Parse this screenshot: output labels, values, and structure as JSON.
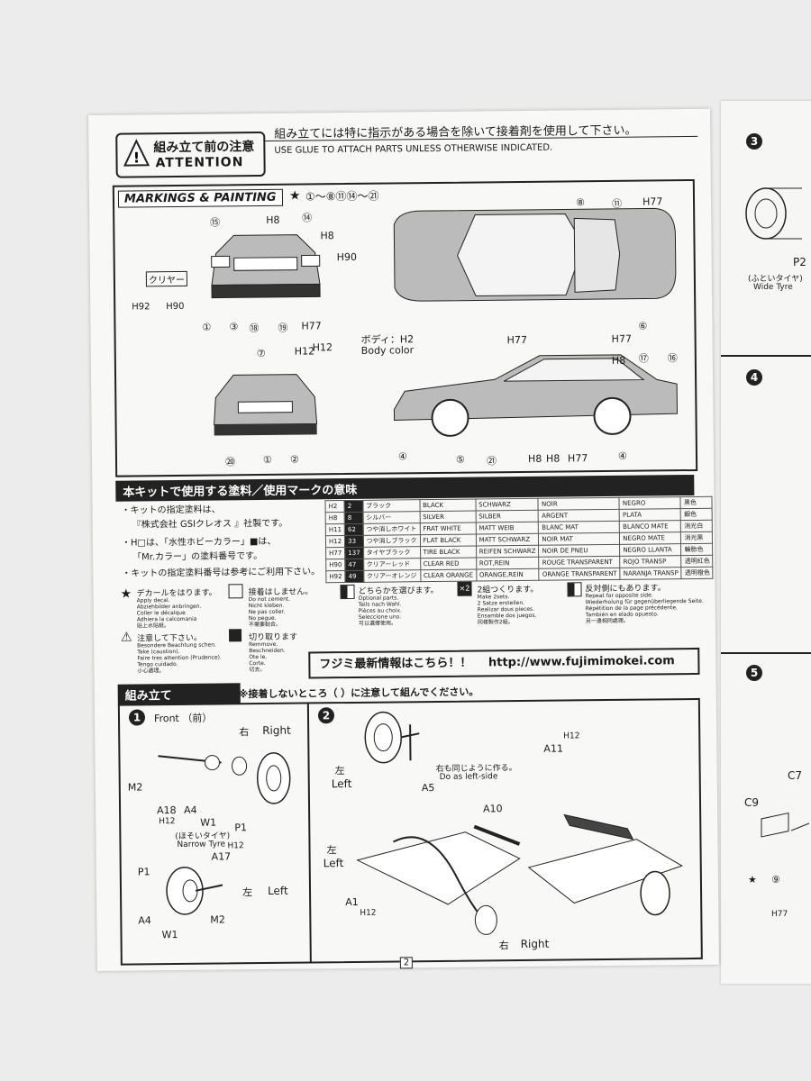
{
  "header": {
    "warning_jp": "組み立て前の注意",
    "warning_en": "ATTENTION",
    "glue_jp": "組み立てには特に指示がある場合を除いて接着剤を使用して下さい。",
    "glue_en": "USE GLUE TO ATTACH PARTS UNLESS OTHERWISE INDICATED."
  },
  "markings": {
    "title": "MARKINGS & PAINTING",
    "decal_range": "①～⑧⑪⑭～㉑",
    "clear_label": "クリヤー",
    "body_color_jp": "ボディ：H2",
    "body_color_en": "Body color",
    "front_labels": [
      "⑮",
      "H8",
      "⑭",
      "H8",
      "H90",
      "H92",
      "H90",
      "①",
      "③",
      "⑱",
      "⑲",
      "H77"
    ],
    "top_labels": [
      "⑧",
      "⑪",
      "H77",
      "⑥"
    ],
    "rear_labels": [
      "⑦",
      "H12",
      "H12",
      "⑳",
      "①",
      "②"
    ],
    "side_labels": [
      "H77",
      "H77",
      "H8",
      "⑰",
      "⑯",
      "④",
      "⑤",
      "㉑",
      "H8",
      "H8",
      "H77",
      "④"
    ]
  },
  "paint_section": {
    "title": "本キットで使用する塗料／使用マークの意味",
    "notes": [
      "・キットの指定塗料は、",
      "『株式会社 GSIクレオス 』社製です。",
      "・H□は、「水性ホビーカラー」■は、",
      "「Mr.カラー」の塗料番号です。",
      "・キットの指定塗料番号は参考にご利用下さい。"
    ],
    "table": [
      [
        "H2",
        "2",
        "ブラック",
        "BLACK",
        "SCHWARZ",
        "NOIR",
        "NEGRO",
        "黑色"
      ],
      [
        "H8",
        "8",
        "シルバー",
        "SILVER",
        "SILBER",
        "ARGENT",
        "PLATA",
        "銀色"
      ],
      [
        "H11",
        "62",
        "つや消しホワイト",
        "FRAT WHITE",
        "MATT WEIB",
        "BLANC MAT",
        "BLANCO MATE",
        "消光白"
      ],
      [
        "H12",
        "33",
        "つや消しブラック",
        "FLAT BLACK",
        "MATT SCHWARZ",
        "NOIR MAT",
        "NEGRO MATE",
        "消光黑"
      ],
      [
        "H77",
        "137",
        "タイヤブラック",
        "TIRE BLACK",
        "REIFEN SCHWARZ",
        "NOIR DE PNEU",
        "NEGRO LLANTA",
        "輪胎色"
      ],
      [
        "H90",
        "47",
        "クリアーレッド",
        "CLEAR RED",
        "ROT,REIN",
        "ROUGE TRANSPARENT",
        "ROJO TRANSP",
        "透明紅色"
      ],
      [
        "H92",
        "49",
        "クリアーオレンジ",
        "CLEAR ORANGE",
        "ORANGE,REIN",
        "ORANGE TRANSPARENT",
        "NARANJA TRANSP",
        "透明橙色"
      ]
    ]
  },
  "legend": [
    {
      "jp": "デカールをはります。",
      "lines": [
        "Apply decal.",
        "Abziehbilder anbringen.",
        "Coller le décalque",
        "Adhiera la calcomania",
        "貼上水貼紙。"
      ]
    },
    {
      "jp": "接着はしません。",
      "lines": [
        "Do not cement.",
        "Nicht kleben.",
        "Ne pas coller.",
        "No pegue.",
        "不需要黏合。"
      ]
    },
    {
      "jp": "どちらかを選びます。",
      "lines": [
        "Optional parts.",
        "Teils nach Wahl.",
        "Pièces au choix.",
        "Seleccione uno.",
        "可以選擇使用。"
      ]
    },
    {
      "jp": "2組つくります。",
      "lines": [
        "Make 2sets.",
        "2 Satze erstellen.",
        "Realizar dous pieces.",
        "Ensamble dos juegos.",
        "同樣製作2組。"
      ]
    },
    {
      "jp": "反対側にもあります。",
      "lines": [
        "Repeat for opposite side.",
        "Wiederholung für gegenüberliegende Seite.",
        "Répétition de la page précédente.",
        "También en elado opuesto.",
        "另一邊相同處理。"
      ]
    },
    {
      "jp": "注意して下さい。",
      "lines": [
        "Besondere Beachtung schen.",
        "Take (caustion).",
        "Faire tres attention (Prudence).",
        "Tengo cuidado.",
        "小心處理。"
      ]
    },
    {
      "jp": "切り取ります",
      "lines": [
        "Remmove.",
        "Beschneiden.",
        "Ote le.",
        "Corte.",
        "切去。"
      ]
    }
  ],
  "url_banner": {
    "jp": "フジミ最新情報はこちら！！",
    "url": "http://www.fujimimokei.com"
  },
  "assembly": {
    "title": "組み立て",
    "note": "※接着しないところ（  ）に注意して組んでください。",
    "step1": {
      "num": "1",
      "labels": [
        "Front （前）",
        "右",
        "Right",
        "M2",
        "A18",
        "A4",
        "H12",
        "W1",
        "P1",
        "(ほそいタイヤ)",
        "Narrow Tyre",
        "A17",
        "H12",
        "P1",
        "左",
        "Left",
        "A4",
        "M2",
        "W1"
      ]
    },
    "step2": {
      "num": "2",
      "labels": [
        "左",
        "Left",
        "A5",
        "右も同じように作る。",
        "Do as left-side",
        "A11",
        "H12",
        "A10",
        "左",
        "Left",
        "A1",
        "H12",
        "右",
        "Right"
      ]
    }
  },
  "right_page": {
    "steps": [
      "3",
      "4",
      "5"
    ],
    "labels": [
      "P2",
      "(ふといタイヤ)",
      "Wide Tyre",
      "C7",
      "C9",
      "⑨",
      "H77"
    ]
  },
  "page_number": "2"
}
